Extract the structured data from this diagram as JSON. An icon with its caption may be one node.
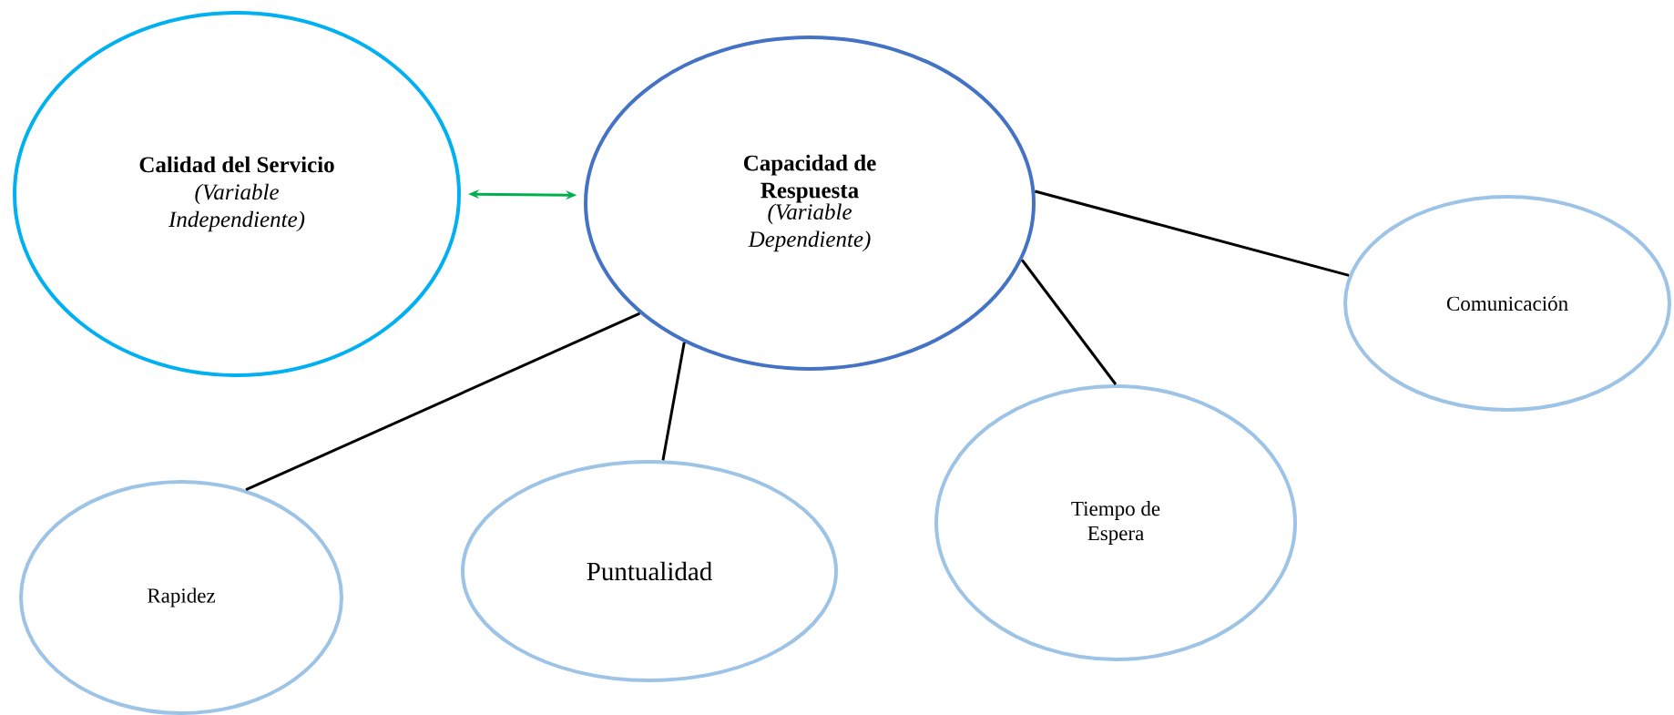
{
  "diagram": {
    "nodes": [
      {
        "text": [
          "Calidad del Servicio",
          "(Variable Independiente)"
        ]
      },
      {
        "text": [
          "Capacidad de Respuesta",
          "(Variable Dependiente)"
        ]
      },
      {
        "text": [
          "Comunicación"
        ]
      },
      {
        "text": [
          "Rapidez"
        ]
      },
      {
        "text": [
          "Puntualidad"
        ]
      },
      {
        "text": [
          "Tiempo de Espera"
        ]
      }
    ],
    "edges": [
      {
        "from": 0,
        "to": 1,
        "arrow": "both",
        "color": "#00b050"
      },
      {
        "from": 1,
        "to": 2,
        "arrow": "none"
      },
      {
        "from": 1,
        "to": 3,
        "arrow": "none"
      },
      {
        "from": 1,
        "to": 4,
        "arrow": "none"
      },
      {
        "from": 1,
        "to": 5,
        "arrow": "none"
      }
    ]
  }
}
